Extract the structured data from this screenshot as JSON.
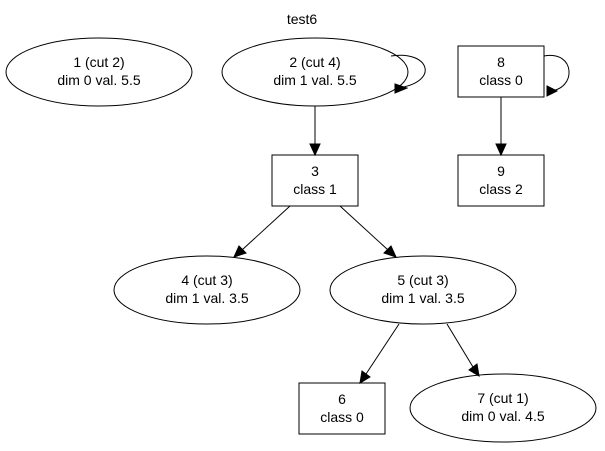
{
  "title": "test6",
  "nodes": {
    "n1": {
      "line1": "1 (cut 2)",
      "line2": "dim 0 val. 5.5"
    },
    "n2": {
      "line1": "2 (cut 4)",
      "line2": "dim 1 val. 5.5"
    },
    "n3": {
      "line1": "3",
      "line2": "class 1"
    },
    "n4": {
      "line1": "4 (cut 3)",
      "line2": "dim 1 val. 3.5"
    },
    "n5": {
      "line1": "5 (cut 3)",
      "line2": "dim 1 val. 3.5"
    },
    "n6": {
      "line1": "6",
      "line2": "class 0"
    },
    "n7": {
      "line1": "7 (cut 1)",
      "line2": "dim 0 val. 4.5"
    },
    "n8": {
      "line1": "8",
      "line2": "class 0"
    },
    "n9": {
      "line1": "9",
      "line2": "class 2"
    }
  },
  "edges": [
    {
      "from": "2",
      "to": "2"
    },
    {
      "from": "2",
      "to": "3"
    },
    {
      "from": "3",
      "to": "4"
    },
    {
      "from": "3",
      "to": "5"
    },
    {
      "from": "5",
      "to": "6"
    },
    {
      "from": "5",
      "to": "7"
    },
    {
      "from": "8",
      "to": "8"
    },
    {
      "from": "8",
      "to": "9"
    }
  ]
}
